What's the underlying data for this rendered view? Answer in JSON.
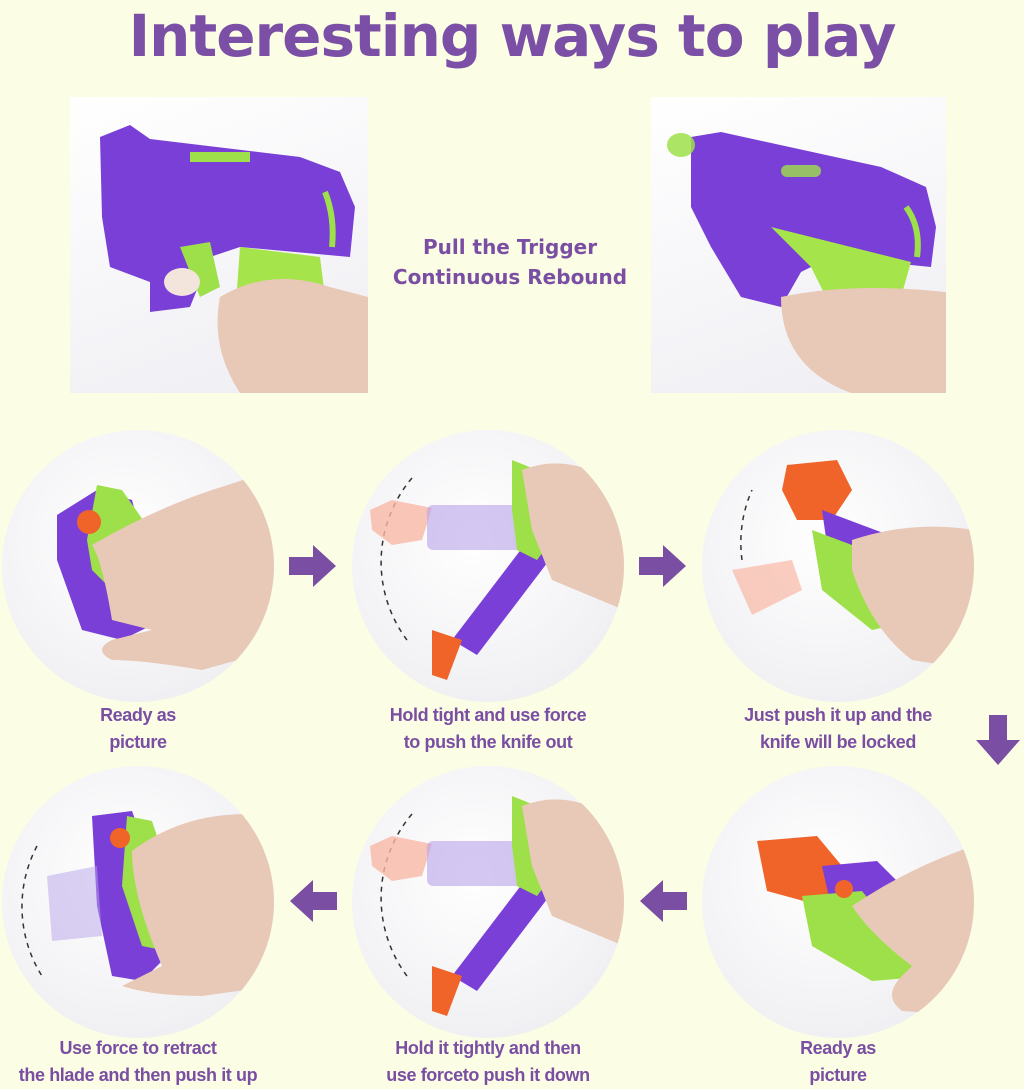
{
  "title": "Interesting ways to play",
  "top_section": {
    "caption_line1": "Pull the Trigger",
    "caption_line2": "Continuous Rebound",
    "photos": [
      {
        "subject": "purple-green-toy-pistol-held"
      },
      {
        "subject": "purple-green-toy-pistol-firing"
      }
    ]
  },
  "steps": [
    {
      "line1": "Ready as",
      "line2": "picture"
    },
    {
      "line1": "Hold tight and use force",
      "line2": "to push the knife out"
    },
    {
      "line1": "Just push it up and the",
      "line2": "knife will be locked"
    },
    {
      "line1": "Use force to retract",
      "line2": "the hlade and then push it up"
    },
    {
      "line1": "Hold it tightly and then",
      "line2": "use forceto push it down"
    },
    {
      "line1": "Ready as",
      "line2": "picture"
    }
  ],
  "arrows": [
    {
      "direction": "right"
    },
    {
      "direction": "right"
    },
    {
      "direction": "down"
    },
    {
      "direction": "left"
    },
    {
      "direction": "left"
    }
  ],
  "colors": {
    "background": "#fbfde4",
    "accent_purple": "#7a4fa3",
    "toy_purple": "#7a3fd6",
    "toy_green": "#9ee04a",
    "toy_orange": "#f0642a"
  }
}
